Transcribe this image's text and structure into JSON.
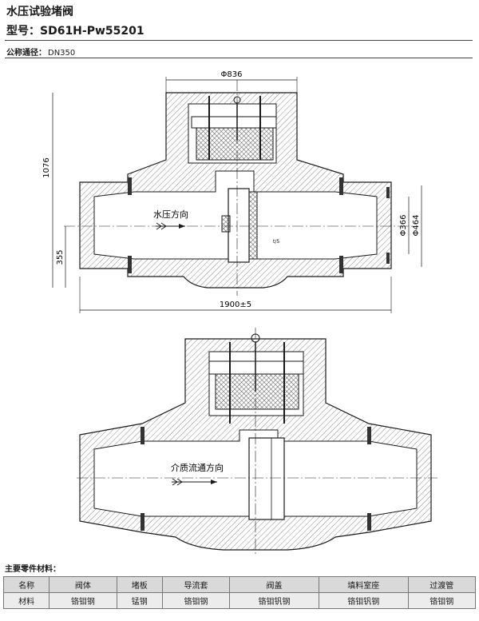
{
  "header": {
    "title": "水压试验堵阀",
    "model_label": "型号：",
    "model_value": "SD61H-Pw55201",
    "nominal_label": "公称通径：",
    "nominal_value": "DN350"
  },
  "drawing_top": {
    "dims": {
      "top_width": "Φ836",
      "height": "1076",
      "bottom_offset": "355",
      "inner_diameter": "Φ366",
      "outer_diameter": "Φ464",
      "length": "1900±5",
      "small_note": "t/5"
    },
    "flow_label": "水压方向"
  },
  "drawing_bottom": {
    "flow_label": "介质流通方向"
  },
  "parts": {
    "title": "主要零件材料：",
    "headers": [
      "名称",
      "阀体",
      "堵板",
      "导流套",
      "阀盖",
      "填料室座",
      "过渡管"
    ],
    "materials": [
      "材料",
      "铬钼钢",
      "锰钢",
      "铬钼钢",
      "铬钼钒钢",
      "铬钼钒钢",
      "铬钼钢"
    ]
  },
  "colors": {
    "line": "#1a1a1a",
    "hatch": "#444444",
    "table_head": "#d9d9d9",
    "table_body": "#ececec"
  }
}
